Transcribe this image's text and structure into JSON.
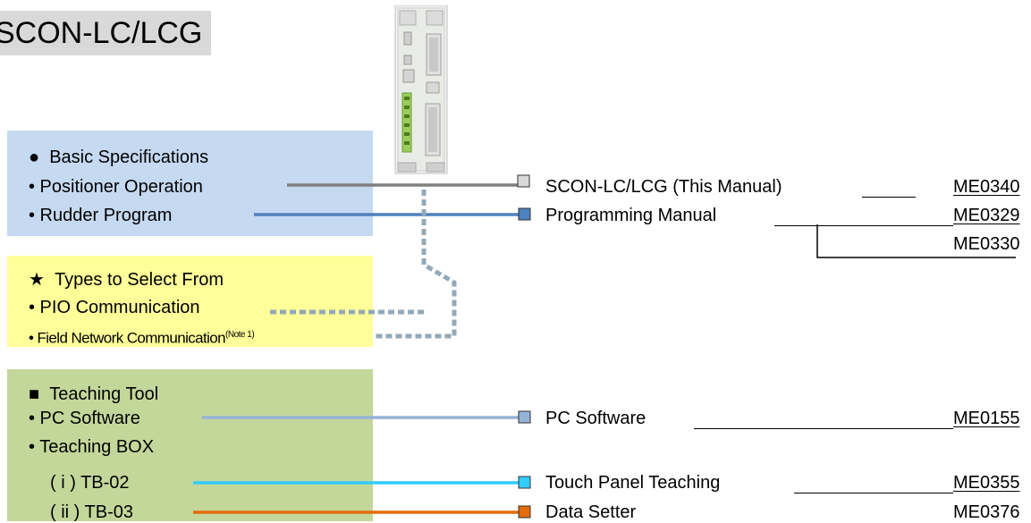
{
  "title": "SCON-LC/LCG",
  "basic": {
    "heading_mark": "●",
    "heading": "Basic Specifications",
    "items": [
      "• Positioner Operation",
      "• Rudder Program"
    ]
  },
  "types": {
    "heading_mark": "★",
    "heading": "Types to Select From",
    "items": [
      "• PIO Communication",
      "• Field Network Communication"
    ],
    "note": "(Note 1)"
  },
  "teaching": {
    "heading_mark": "■",
    "heading": "Teaching Tool",
    "items": [
      "• PC Software",
      "• Teaching BOX",
      "( i ) TB-02",
      "( ii ) TB-03"
    ]
  },
  "manuals": [
    {
      "label": "SCON-LC/LCG (This Manual)",
      "code": "ME0340",
      "color": "#d9d9d9"
    },
    {
      "label": "Programming Manual",
      "code": "ME0329",
      "color": "#4f81bd"
    },
    {
      "label": "",
      "code": "ME0330",
      "color": ""
    },
    {
      "label": "PC Software",
      "code": "ME0155",
      "color": "#95b3d7"
    },
    {
      "label": "Touch Panel Teaching",
      "code": "ME0355",
      "color": "#33ccff"
    },
    {
      "label": "Data Setter",
      "code": "ME0376",
      "color": "#e46c0a"
    }
  ],
  "colors": {
    "basic_box": "#c5d9f1",
    "types_box": "#ffff99",
    "teach_box": "#c4d79b",
    "line_gray": "#808080",
    "line_blue": "#4f81bd",
    "line_dotted": "#93a9b8"
  }
}
